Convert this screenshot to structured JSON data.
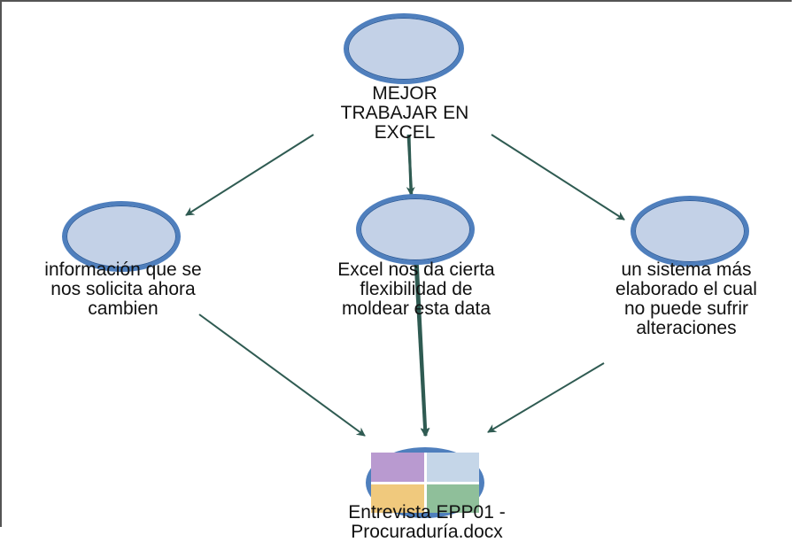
{
  "nodes": {
    "top": {
      "label": "MEJOR\nTRABAJAR EN\nEXCEL"
    },
    "left": {
      "label": "información que se\nnos solicita ahora\ncambien"
    },
    "center": {
      "label": "Excel nos da cierta\nflexibilidad de\nmoldear esta data"
    },
    "right": {
      "label": "un sistema más\nelaborado el cual\nno puede sufrir\nalteraciones"
    },
    "document": {
      "label": "Entrevista EPP01 -\nProcuraduría.docx",
      "quadrant_colors": [
        "#b99ad0",
        "#c5d6e8",
        "#f0c97d",
        "#8fbf9a"
      ]
    }
  },
  "colors": {
    "edge": "#2f5b52",
    "node_fill": "#c3d1e7",
    "node_border": "#4f7fbd"
  }
}
